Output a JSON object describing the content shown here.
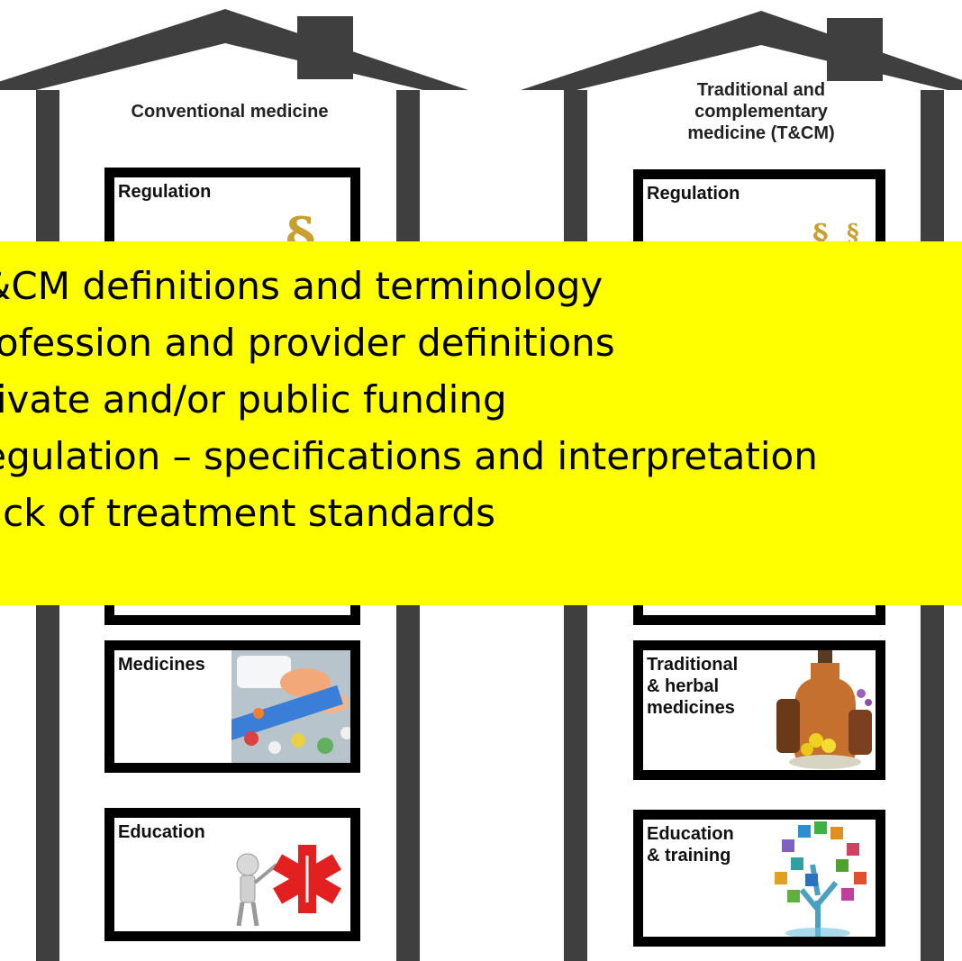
{
  "houses": [
    {
      "title": "Conventional medicine",
      "cards": [
        {
          "label": "Regulation",
          "icon": "section-sign-icon"
        },
        {
          "label": "Medicines",
          "icon": "pills-icon"
        },
        {
          "label": "Education",
          "icon": "medical-star-icon"
        }
      ]
    },
    {
      "title": "Traditional and\ncomplementary\nmedicine (T&CM)",
      "cards": [
        {
          "label": "Regulation",
          "icon": "section-sign-icon"
        },
        {
          "label": "Traditional\n& herbal\nmedicines",
          "icon": "herbal-bottles-icon"
        },
        {
          "label": "Education\n& training",
          "icon": "tree-icons-icon"
        }
      ]
    }
  ],
  "overlay": {
    "items": [
      "T&CM definitions and terminology",
      "Profession and provider definitions",
      "Private and/or public funding",
      "Regulation – specifications and interpretation",
      "Lack of treatment standards"
    ]
  },
  "colors": {
    "house_frame": "#3f3f3f",
    "overlay": "#ffff00",
    "card_border": "#000000",
    "section_sign": "#c8a030",
    "medical_star": "#e32020"
  }
}
